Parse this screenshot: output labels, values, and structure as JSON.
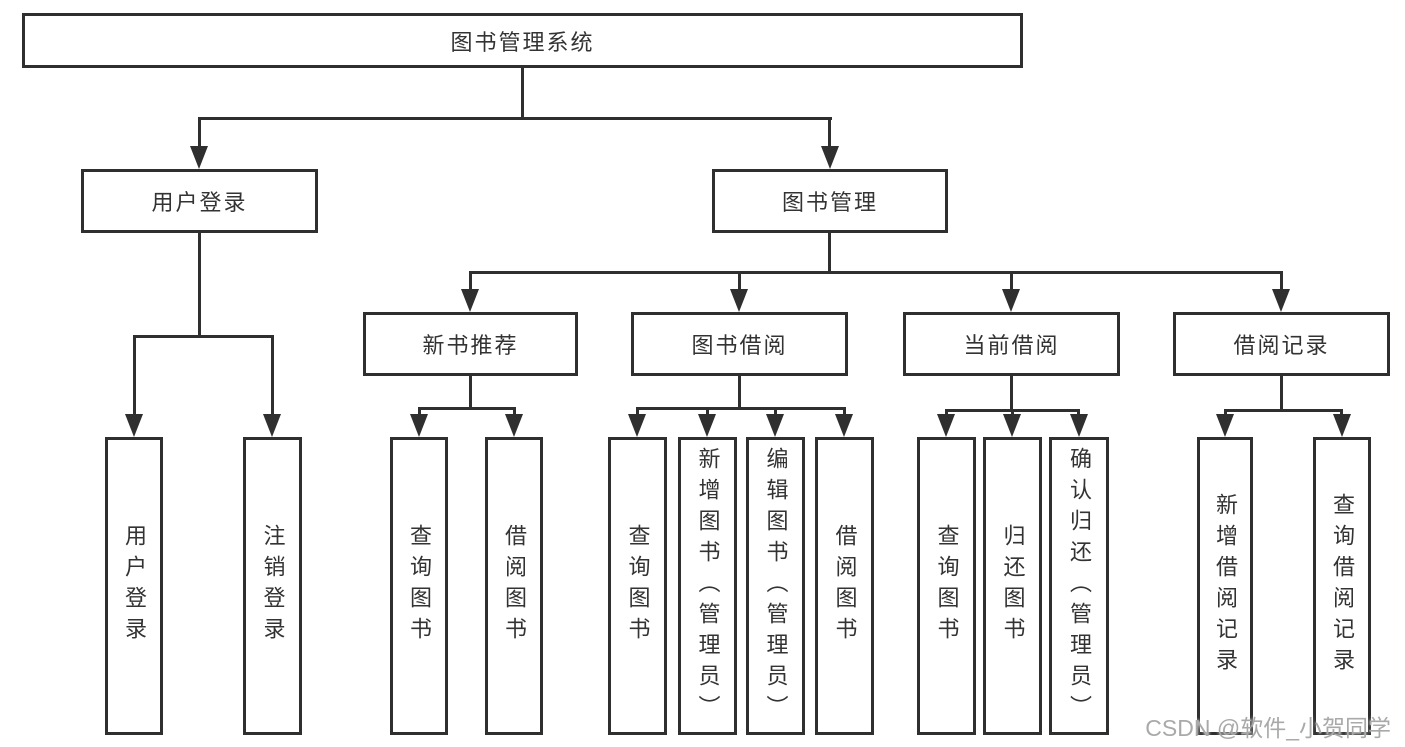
{
  "tree": {
    "label": "图书管理系统",
    "children": [
      {
        "label": "用户登录",
        "children": [
          {
            "label": "用户登录"
          },
          {
            "label": "注销登录"
          }
        ]
      },
      {
        "label": "图书管理",
        "children": [
          {
            "label": "新书推荐",
            "children": [
              {
                "label": "查询图书"
              },
              {
                "label": "借阅图书"
              }
            ]
          },
          {
            "label": "图书借阅",
            "children": [
              {
                "label": "查询图书"
              },
              {
                "label": "新增图书（管理员）"
              },
              {
                "label": "编辑图书（管理员）"
              },
              {
                "label": "借阅图书"
              }
            ]
          },
          {
            "label": "当前借阅",
            "children": [
              {
                "label": "查询图书"
              },
              {
                "label": "归还图书"
              },
              {
                "label": "确认归还（管理员）"
              }
            ]
          },
          {
            "label": "借阅记录",
            "children": [
              {
                "label": "新增借阅记录"
              },
              {
                "label": "查询借阅记录"
              }
            ]
          }
        ]
      }
    ]
  },
  "watermark": {
    "text": "CSDN @软件_小贺同学"
  },
  "colors": {
    "line": "#2f2f2f",
    "watermark": "#a9a9a9"
  }
}
